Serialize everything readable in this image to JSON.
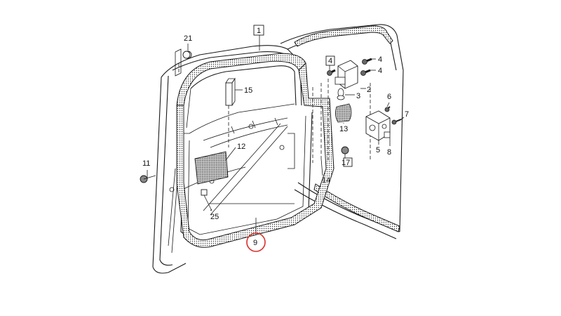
{
  "labels": {
    "p1": "1",
    "p2": "2",
    "p3": "3",
    "p4a": "4",
    "p4b": "4",
    "p4c": "4",
    "p5": "5",
    "p6": "6",
    "p7": "7",
    "p8": "8",
    "p9": "9",
    "p11": "11",
    "p12": "12",
    "p13": "13",
    "p14": "14",
    "p15": "15",
    "p17": "17",
    "p21": "21",
    "p25": "25"
  },
  "highlight": {
    "part": "9",
    "color": "#d9302c"
  }
}
